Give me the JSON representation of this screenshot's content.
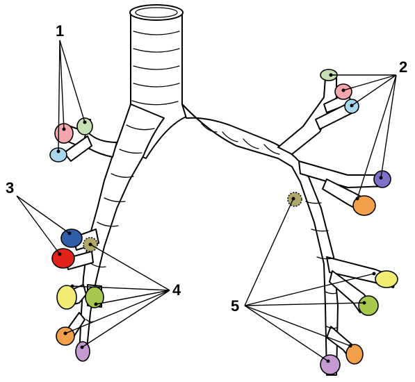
{
  "labels": {
    "l1": "1",
    "l2": "2",
    "l3": "3",
    "l4": "4",
    "l5": "5"
  },
  "segment_colors": {
    "green": "#c6e0b4",
    "pink": "#f4a6ad",
    "light_blue": "#a9d6ef",
    "dark_blue": "#2f5fa8",
    "red": "#e2231a",
    "olive": "#b0a86a",
    "yellow": "#f3ec73",
    "lime": "#a6c94d",
    "orange": "#f2a14a",
    "violet": "#c59ad2",
    "purple": "#7f6fc8"
  }
}
